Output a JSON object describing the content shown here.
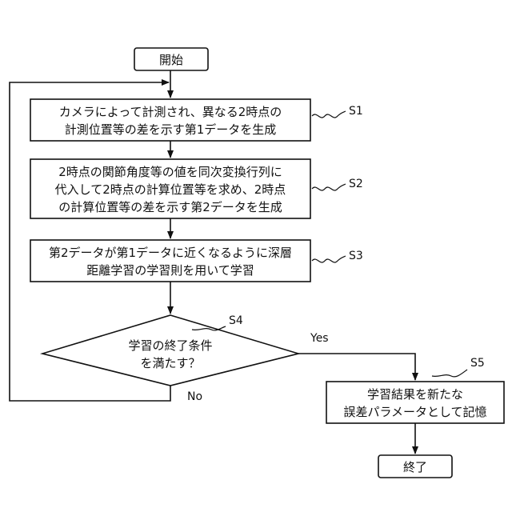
{
  "flowchart": {
    "start": {
      "label": "開始"
    },
    "s1": {
      "lines": [
        "カメラによって計測され、異なる2時点の",
        "計測位置等の差を示す第1データを生成"
      ],
      "step": "S1"
    },
    "s2": {
      "lines": [
        "2時点の関節角度等の値を同次変換行列に",
        "代入して2時点の計算位置等を求め、2時点",
        "の計算位置等の差を示す第2データを生成"
      ],
      "step": "S2"
    },
    "s3": {
      "lines": [
        "第2データが第1データに近くなるように深層",
        "距離学習の学習則を用いて学習"
      ],
      "step": "S3"
    },
    "s4": {
      "lines": [
        "学習の終了条件",
        "を満たす？"
      ],
      "step": "S4",
      "yes": "Yes",
      "no": "No"
    },
    "s5": {
      "lines": [
        "学習結果を新たな",
        "誤差パラメータとして記憶"
      ],
      "step": "S5"
    },
    "end": {
      "label": "終了"
    }
  }
}
